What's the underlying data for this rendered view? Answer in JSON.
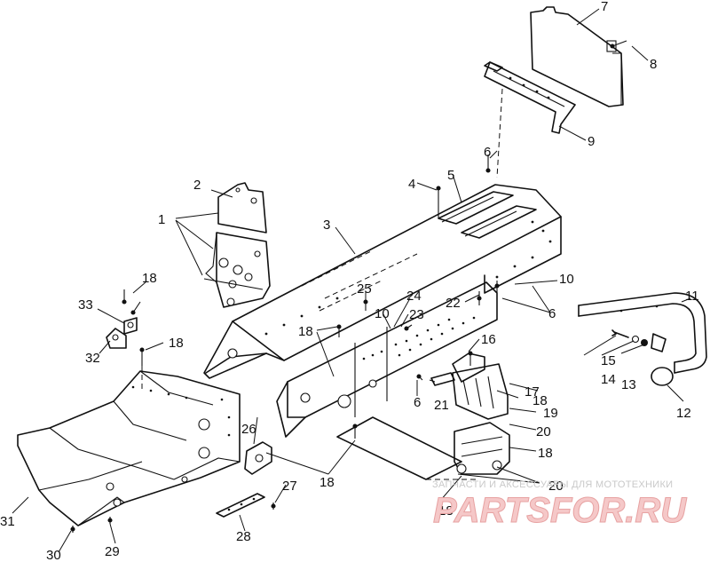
{
  "diagram": {
    "callouts": [
      "1",
      "2",
      "3",
      "4",
      "5",
      "6",
      "7",
      "8",
      "9",
      "10",
      "11",
      "12",
      "13",
      "14",
      "15",
      "16",
      "17",
      "18",
      "19",
      "20",
      "21",
      "22",
      "23",
      "24",
      "25",
      "26",
      "27",
      "28",
      "29",
      "30",
      "31",
      "32",
      "33"
    ]
  },
  "watermark": {
    "caption": "ЗАПЧАСТИ И АКСЕССУАРЫ ДЛЯ МОТОТЕХНИКИ",
    "logo": "PARTSFOR.RU"
  }
}
